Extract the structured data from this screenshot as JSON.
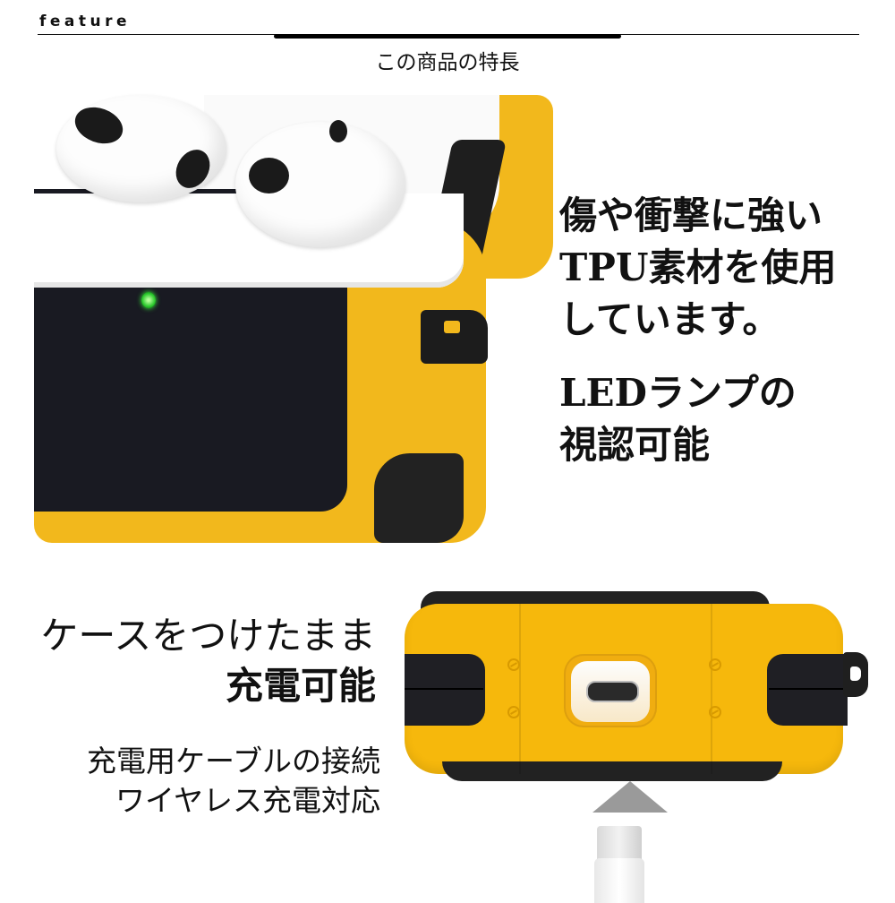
{
  "header": {
    "section_label": "feature",
    "title": "この商品の特長"
  },
  "features": [
    {
      "lines": [
        "傷や衝撃に強い",
        "TPU素材を使用",
        "しています。"
      ]
    },
    {
      "lines": [
        "LEDランプの",
        "視認可能"
      ]
    },
    {
      "lines": [
        "ケースをつけたまま",
        "充電可能"
      ]
    },
    {
      "lines": [
        "充電用ケーブルの接続",
        "ワイヤレス充電対応"
      ]
    }
  ],
  "images": {
    "open_case": {
      "description": "yellow and black protective case on open earbud charging case with green LED lit"
    },
    "case_bottom": {
      "description": "bottom view of yellow case showing charging port with lightning cable and up arrow"
    }
  },
  "colors": {
    "case_yellow": "#f2b81c",
    "case_black": "#191a22",
    "led_green": "#29c72b",
    "arrow_gray": "#9a9a9a",
    "text": "#111111"
  }
}
